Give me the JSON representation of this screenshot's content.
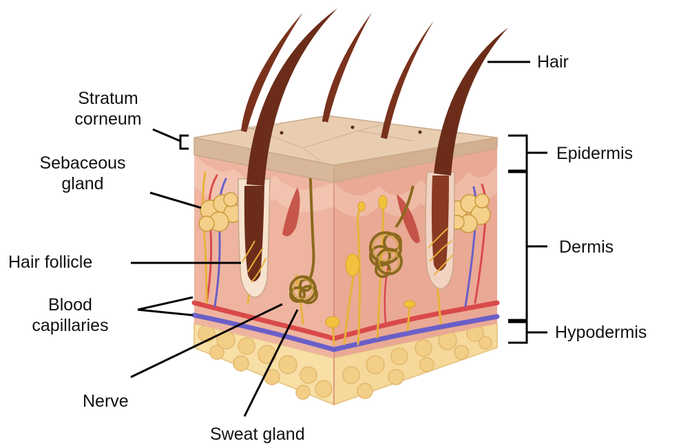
{
  "labels": {
    "hair": "Hair",
    "stratum_corneum": [
      "Stratum",
      "corneum"
    ],
    "sebaceous_gland": [
      "Sebaceous",
      "gland"
    ],
    "hair_follicle": "Hair follicle",
    "blood_capillaries": [
      "Blood",
      "capillaries"
    ],
    "nerve": "Nerve",
    "sweat_gland": "Sweat gland",
    "epidermis": "Epidermis",
    "dermis": "Dermis",
    "hypodermis": "Hypodermis"
  },
  "colors": {
    "skin_top": "#e8cdb0",
    "skin_edge": "#c8a98a",
    "dermis": "#eeb4a0",
    "dermis_dark": "#d9897a",
    "fat": "#f7dfa6",
    "fat_cell": "#f3ce86",
    "hair": "#6b2d1a",
    "nerve": "#e8b23a",
    "sweat_gland": "#8a6a1e",
    "artery": "#d94a4a",
    "vein": "#6a5fc8",
    "muscle": "#c0443a",
    "leader": "#000000"
  }
}
